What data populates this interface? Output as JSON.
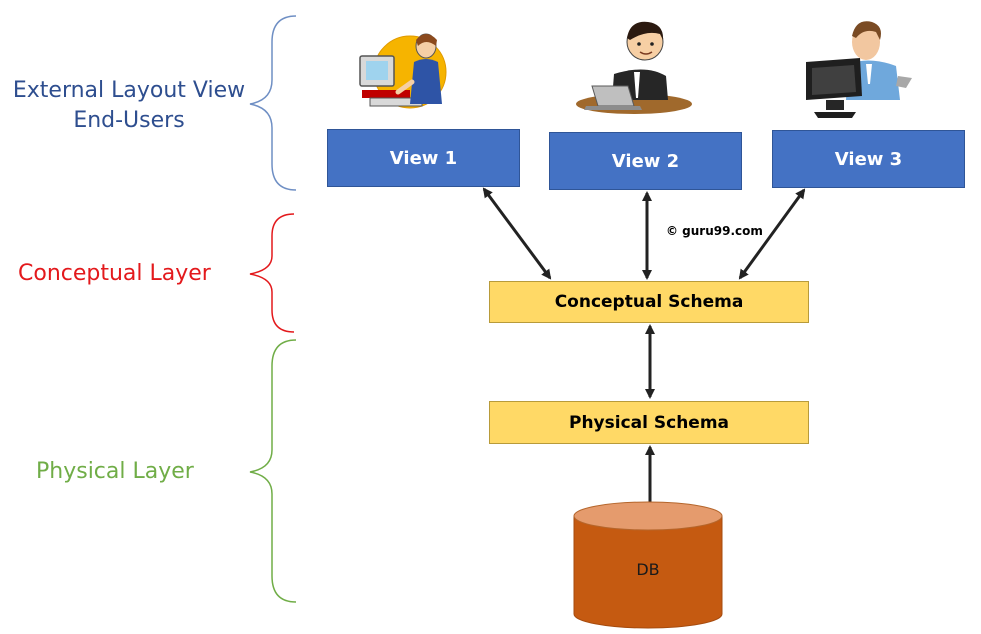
{
  "layers": {
    "external": {
      "line1": "External Layout View",
      "line2": "End-Users",
      "color": "#2e4e8f"
    },
    "conceptual": {
      "label": "Conceptual Layer",
      "color": "#e3191c"
    },
    "physical": {
      "label": "Physical Layer",
      "color": "#70ad47"
    }
  },
  "views": [
    {
      "label": "View 1",
      "user_icon": "person-at-computer-icon"
    },
    {
      "label": "View 2",
      "user_icon": "person-with-laptop-icon"
    },
    {
      "label": "View 3",
      "user_icon": "person-at-monitor-icon"
    }
  ],
  "conceptual_schema": {
    "label": "Conceptual Schema"
  },
  "physical_schema": {
    "label": "Physical Schema"
  },
  "database": {
    "label": "DB",
    "icon": "database-cylinder-icon"
  },
  "copyright": "© guru99.com",
  "colors": {
    "view_fill": "#4472c4",
    "schema_fill": "#ffd966",
    "db_body": "#c55a11",
    "db_top": "#e59b6d",
    "arrow": "#222222"
  }
}
